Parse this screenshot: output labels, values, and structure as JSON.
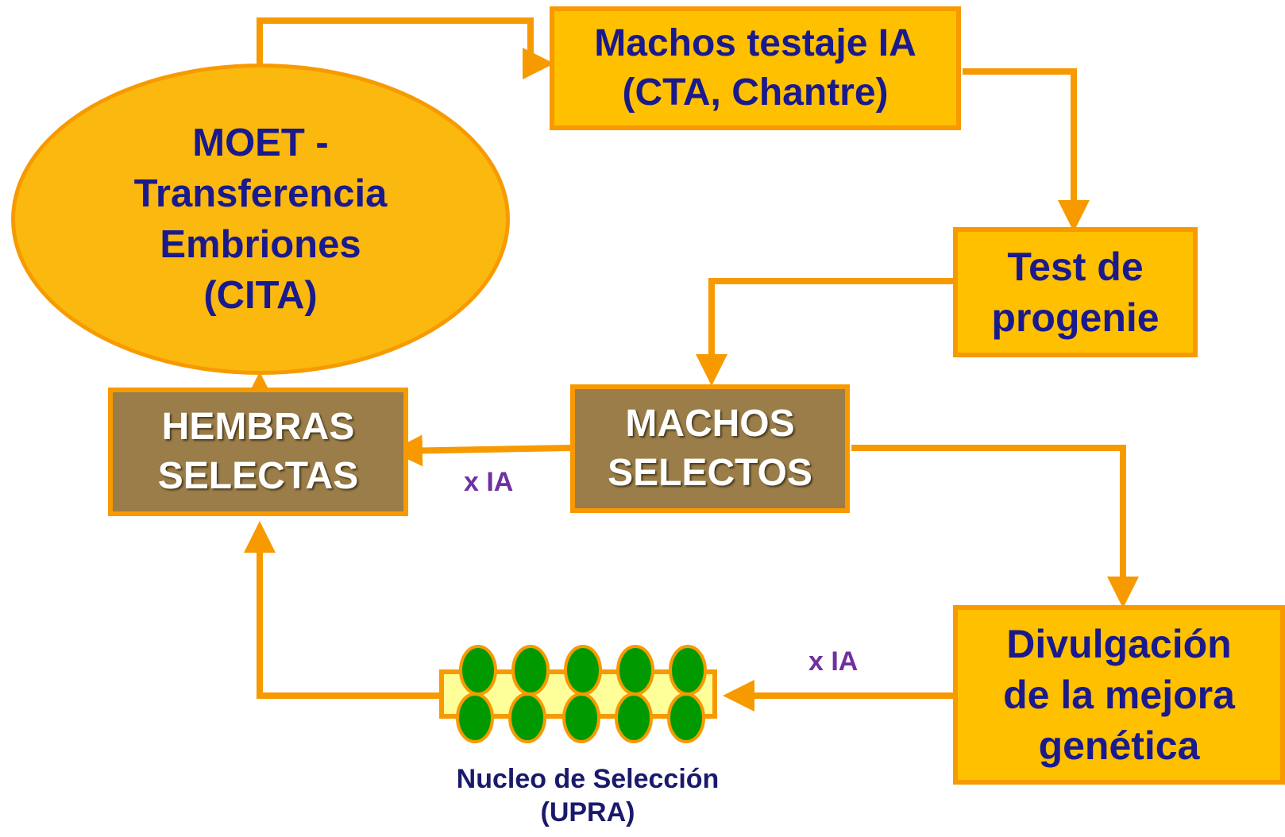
{
  "nodes": {
    "moet": "MOET -\nTransferencia\nEmbriones\n(CITA)",
    "machos_testaje": "Machos testaje IA\n(CTA, Chantre)",
    "test_progenie": "Test de\nprogenie",
    "machos_selectos": "MACHOS\nSELECTOS",
    "hembras_selectas": "HEMBRAS\nSELECTAS",
    "divulgacion": "Divulgación\nde la mejora\ngenética",
    "nucleo": "Nucleo de Selección\n(UPRA)"
  },
  "edge_labels": {
    "machos_to_hembras": "x IA",
    "divulgacion_to_nucleo": "x IA"
  },
  "colors": {
    "arrow": "#F79A00",
    "box_fill": "#FFC000",
    "brown_fill": "#9A7D48",
    "ellipse_fill": "#FBB80F",
    "node_text": "#1A1A8C",
    "edge_label_text": "#7030A0",
    "nucleo_bar": "#FFFF99",
    "nucleo_cells": "#009900"
  }
}
